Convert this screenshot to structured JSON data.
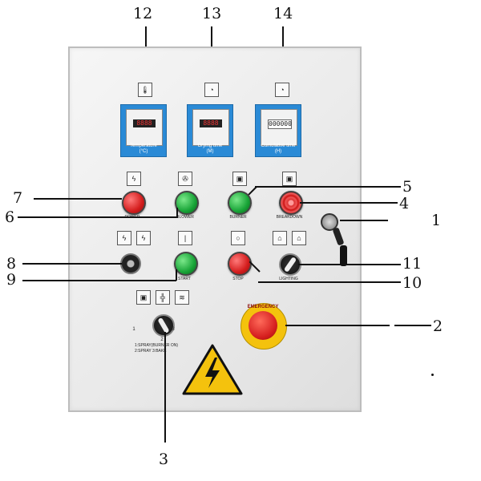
{
  "callouts": {
    "n1": "1",
    "n2": "2",
    "n3": "3",
    "n4": "4",
    "n5": "5",
    "n6": "6",
    "n7": "7",
    "n8": "8",
    "n9": "9",
    "n10": "10",
    "n11": "11",
    "n12": "12",
    "n13": "13",
    "n14": "14"
  },
  "displays": {
    "temperature": {
      "caption": "Temperature",
      "sub": "(°C)",
      "readout": "8888"
    },
    "drying": {
      "caption": "Drying time",
      "sub": "(M)",
      "readout": "8888"
    },
    "cumulative": {
      "caption": "Cumulative time",
      "sub": "(H)",
      "readout": "000000"
    }
  },
  "labels": {
    "power": "POWER",
    "blower": "BLOWER",
    "burner": "BURNER",
    "breakdown": "BREAKDOWN",
    "start": "START",
    "stop": "STOP",
    "lighting": "LIGHTING",
    "emergency": "EMERGENCY",
    "mode1": "1:SPRAY(BURNER ON)",
    "mode2": "2:SPRAY    3:BAKE",
    "pos1": "1",
    "pos2": "2",
    "pos3": "3"
  },
  "colors": {
    "accent": "#2a8ad6",
    "warning": "#f4c20d",
    "stop_red": "#d41d1d",
    "go_green": "#18a437"
  }
}
